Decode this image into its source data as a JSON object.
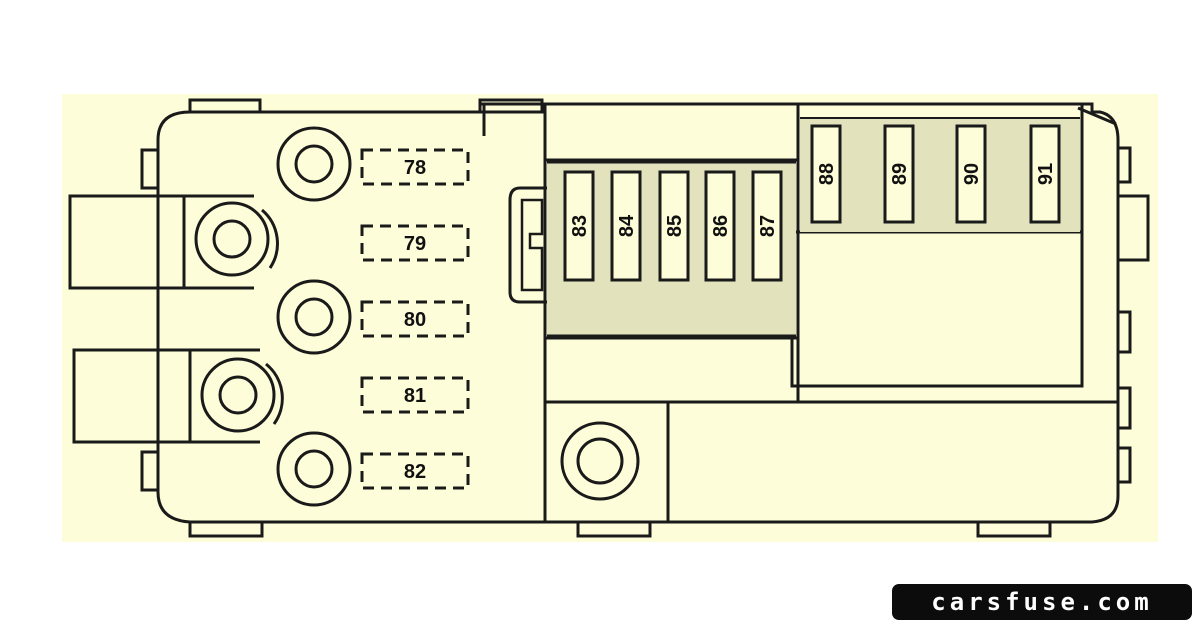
{
  "diagram": {
    "colors": {
      "background": "#fefdd9",
      "shaded": "#e2e2bd",
      "stroke": "#1a1a1a"
    },
    "side_fuses": [
      {
        "label": "78"
      },
      {
        "label": "79"
      },
      {
        "label": "80"
      },
      {
        "label": "81"
      },
      {
        "label": "82"
      }
    ],
    "mini_fuses_row_1": [
      {
        "label": "83"
      },
      {
        "label": "84"
      },
      {
        "label": "85"
      },
      {
        "label": "86"
      },
      {
        "label": "87"
      }
    ],
    "mini_fuses_row_2": [
      {
        "label": "88"
      },
      {
        "label": "89"
      },
      {
        "label": "90"
      },
      {
        "label": "91"
      }
    ]
  },
  "watermark": {
    "text": "carsfuse.com"
  }
}
